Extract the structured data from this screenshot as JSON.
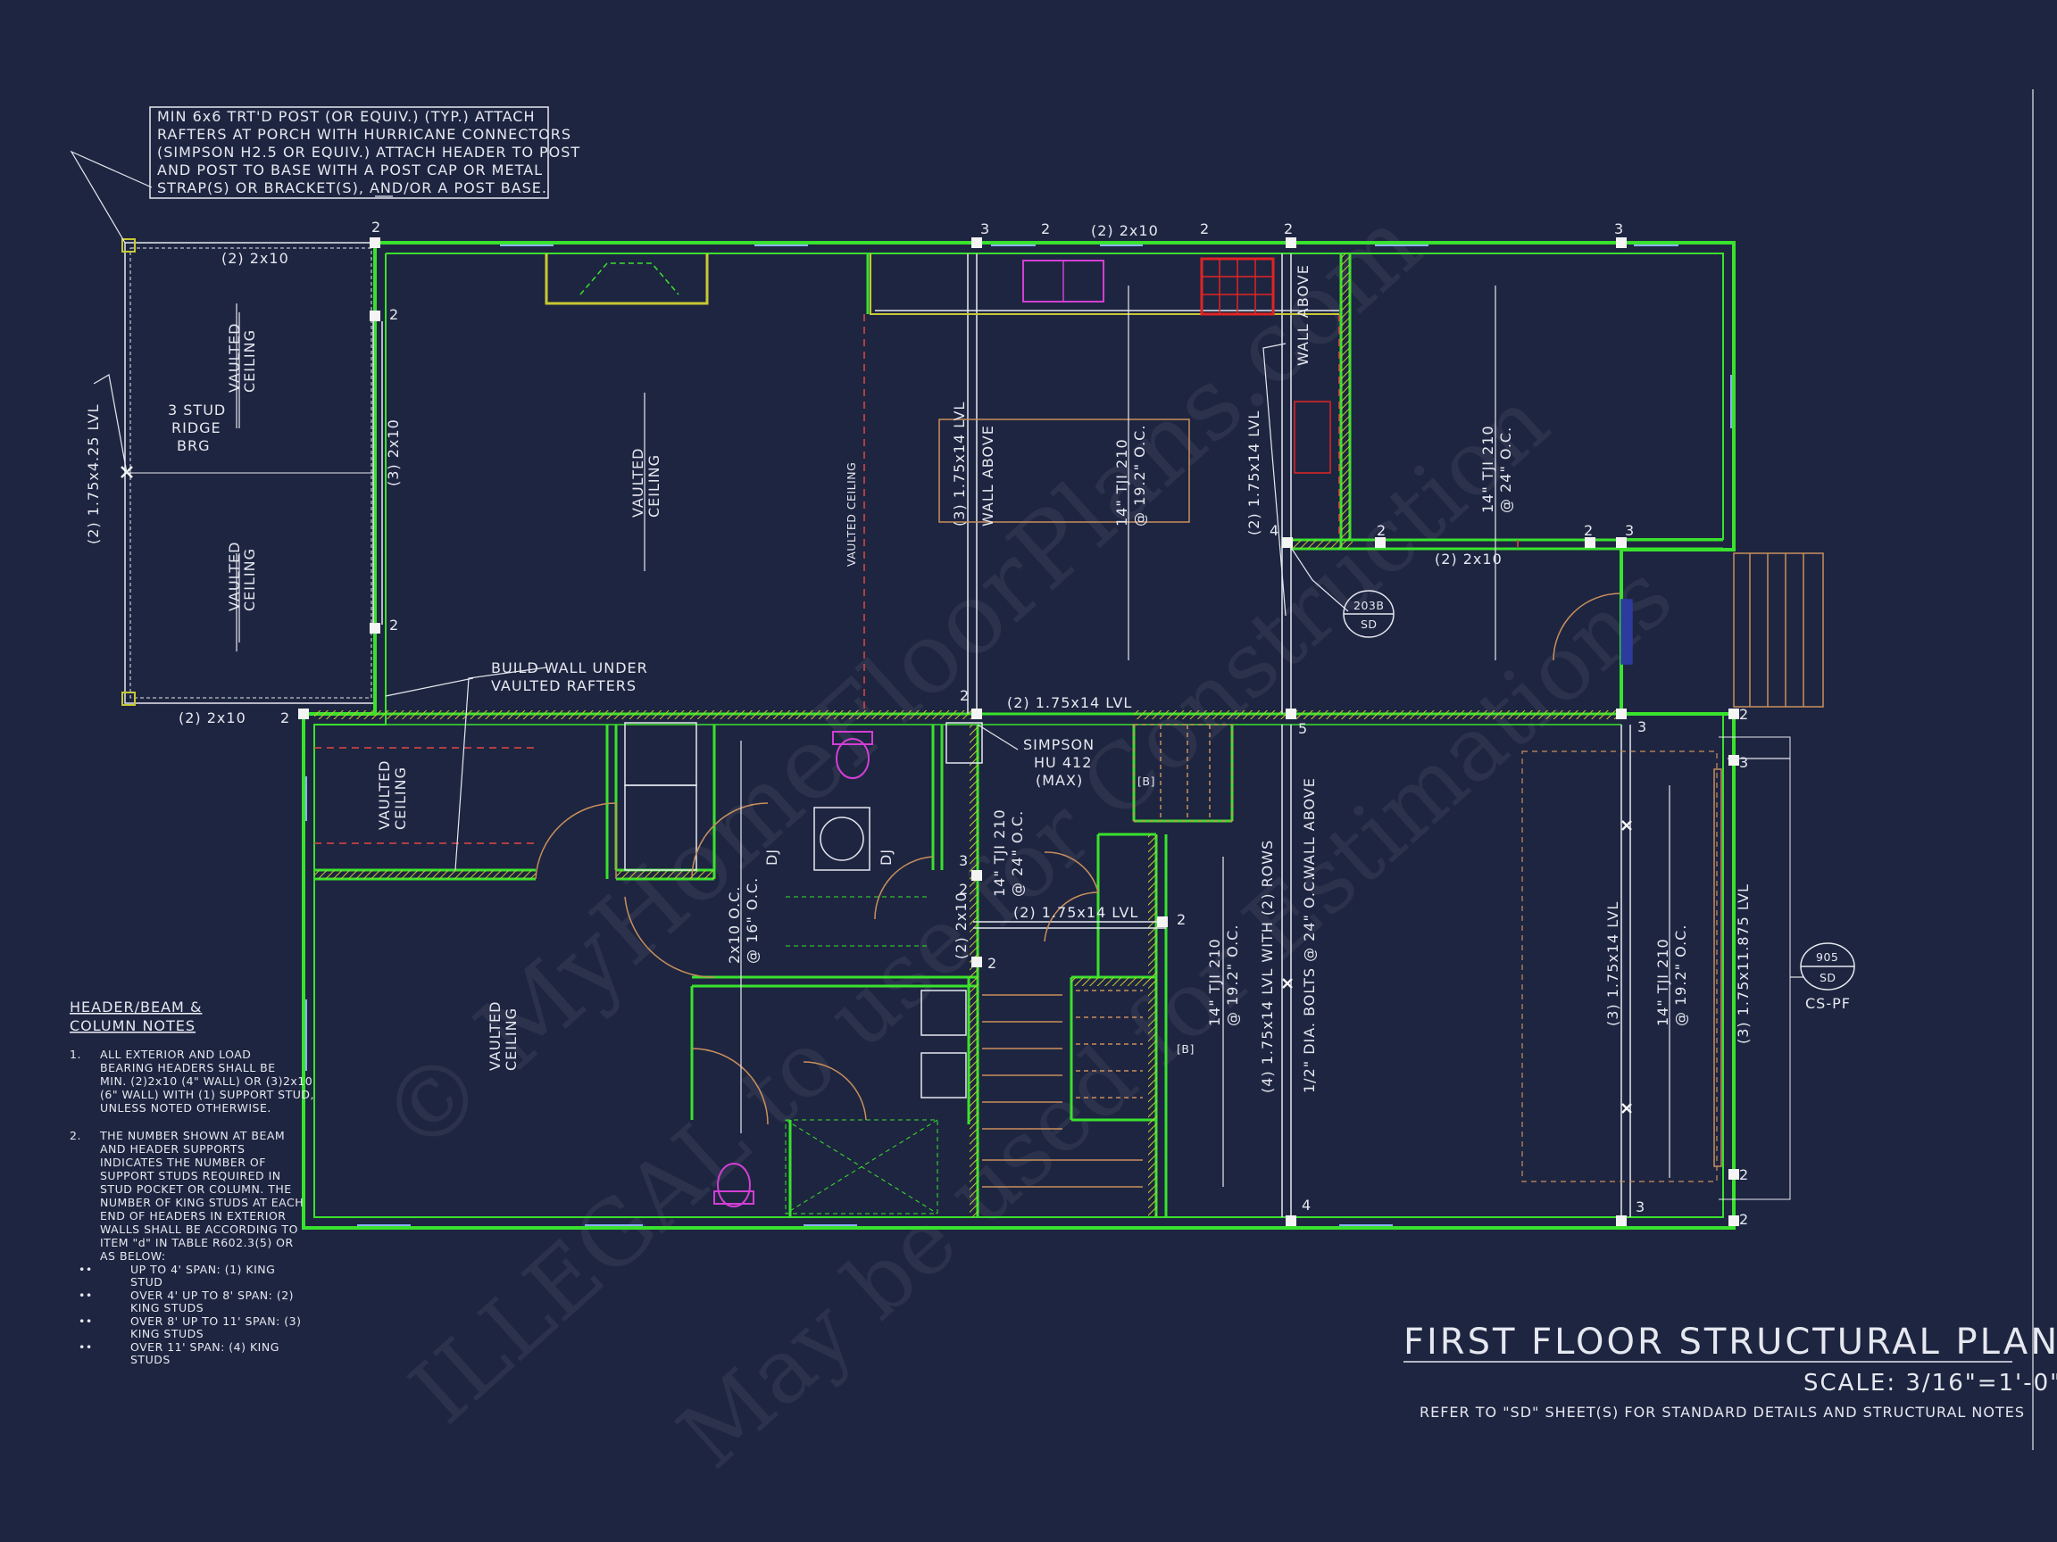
{
  "sheet": {
    "title": "FIRST FLOOR STRUCTURAL PLAN",
    "scale": "SCALE: 3/16\"=1'-0\"",
    "refer": "REFER TO \"SD\" SHEET(S) FOR STANDARD DETAILS AND STRUCTURAL NOTES"
  },
  "post_note": [
    "MIN 6x6 TRT'D POST (OR EQUIV.) (TYP.) ATTACH",
    "RAFTERS AT PORCH WITH HURRICANE CONNECTORS",
    "(SIMPSON H2.5 OR EQUIV.) ATTACH HEADER TO POST",
    "AND POST TO BASE WITH A POST CAP OR METAL",
    "STRAP(S) OR BRACKET(S), AND/OR A POST BASE."
  ],
  "notes": {
    "heading1": "HEADER/BEAM &",
    "heading2": "COLUMN NOTES",
    "n1_num": "1.",
    "n1": [
      "ALL EXTERIOR AND LOAD",
      "BEARING HEADERS SHALL BE",
      "MIN. (2)2x10 (4\" WALL) OR (3)2x10",
      "(6\" WALL) WITH (1) SUPPORT STUD,",
      "UNLESS NOTED OTHERWISE."
    ],
    "n2_num": "2.",
    "n2": [
      "THE NUMBER SHOWN AT BEAM",
      "AND HEADER SUPPORTS",
      "INDICATES THE NUMBER OF",
      "SUPPORT STUDS REQUIRED IN",
      "STUD POCKET OR COLUMN. THE",
      "NUMBER OF KING STUDS AT EACH",
      "END OF HEADERS IN EXTERIOR",
      "WALLS SHALL BE ACCORDING TO",
      "ITEM \"d\" IN TABLE R602.3(5) OR",
      "AS BELOW:"
    ],
    "bullets": [
      [
        "UP TO 4' SPAN: (1) KING",
        "STUD"
      ],
      [
        "OVER 4' UP TO 8' SPAN: (2)",
        "KING STUDS"
      ],
      [
        "OVER 8' UP TO 11' SPAN: (3)",
        "KING STUDS"
      ],
      [
        "OVER 11' SPAN: (4) KING",
        "STUDS"
      ]
    ]
  },
  "labels": {
    "h2x10_porch_top": "(2) 2x10",
    "h2x10_porch_bot": "(2) 2x10",
    "lvl_porch": "(2) 1.75x4.25 LVL",
    "ridge1": "3 STUD",
    "ridge2": "RIDGE",
    "ridge3": "BRG",
    "vault_a1": "VAULTED",
    "vault_a2": "CEILING",
    "vault_b1": "VAULTED",
    "vault_b2": "CEILING",
    "h3x10": "(3) 2x10",
    "vault_c1": "VAULTED",
    "vault_c2": "CEILING",
    "vault_long": "VAULTED CEILING",
    "h2x10_top": "(2) 2x10",
    "lvl3_1": "(3) 1.75x14 LVL",
    "wall_above1": "WALL ABOVE",
    "tji_k1": "14\" TJI 210",
    "tji_k2": "@ 19.2\" O.C.",
    "wall_above2": "WALL ABOVE",
    "lvl2_v": "(2) 1.75x14 LVL",
    "tji_r1": "14\" TJI 210",
    "tji_r2": "@ 24\" O.C.",
    "h2x10_right": "(2) 2x10",
    "det203b_top": "203B",
    "det203b_bot": "SD",
    "build1": "BUILD WALL UNDER",
    "build2": "VAULTED RAFTERS",
    "lvl2_mid": "(2) 1.75x14 LVL",
    "simpson1": "SIMPSON",
    "simpson2": "HU 412",
    "simpson3": "(MAX)",
    "vault_d1": "VAULTED",
    "vault_d2": "CEILING",
    "vault_e1": "VAULTED",
    "vault_e2": "CEILING",
    "dj1": "DJ",
    "dj2": "DJ",
    "cj1": "2x10 O.C.",
    "cj2": "@ 16\" O.C.",
    "tji_c1": "14\" TJI 210",
    "tji_c2": "@ 24\" O.C.",
    "h2x10_v": "(2) 2x10",
    "lvl2_stair": "(2) 1.75x14 LVL",
    "tji_s1": "14\" TJI 210",
    "tji_s2": "@ 19.2\" O.C.",
    "rows": "(4) 1.75x14 LVL WITH (2) ROWS",
    "bolts": "1/2\" DIA. BOLTS @ 24\" O.C.",
    "wall_above3": "WALL ABOVE",
    "lvl3_g": "(3) 1.75x14 LVL",
    "tji_g1": "14\" TJI 210",
    "tji_g2": "@ 19.2\" O.C.",
    "lvl3_g2": "(3) 1.75x11.875 LVL",
    "det905_top": "905",
    "det905_bot": "SD",
    "cspf": "CS-PF",
    "box1": "[B]",
    "box2": "[B]"
  },
  "studs": [
    "2",
    "2",
    "2",
    "2",
    "3",
    "2",
    "2",
    "2",
    "3",
    "3",
    "2",
    "2",
    "3",
    "4",
    "5",
    "3",
    "2",
    "2",
    "2",
    "2",
    "3",
    "2",
    "3",
    "2",
    "4",
    "2",
    "4",
    "3",
    "2"
  ],
  "watermarks": [
    "© MyHomeFloorPlans.com",
    "ILLEGAL to use for Construction",
    "May be used for Estimations"
  ],
  "colors": {
    "background": "#1e2540",
    "wall": "#39e22d",
    "hatch": "#c8c932",
    "linework": "#e6e8f0",
    "dashed_red": "#e04646",
    "fixture": "#d23fd4",
    "range": "#e02424",
    "stair": "#c98f5c"
  }
}
